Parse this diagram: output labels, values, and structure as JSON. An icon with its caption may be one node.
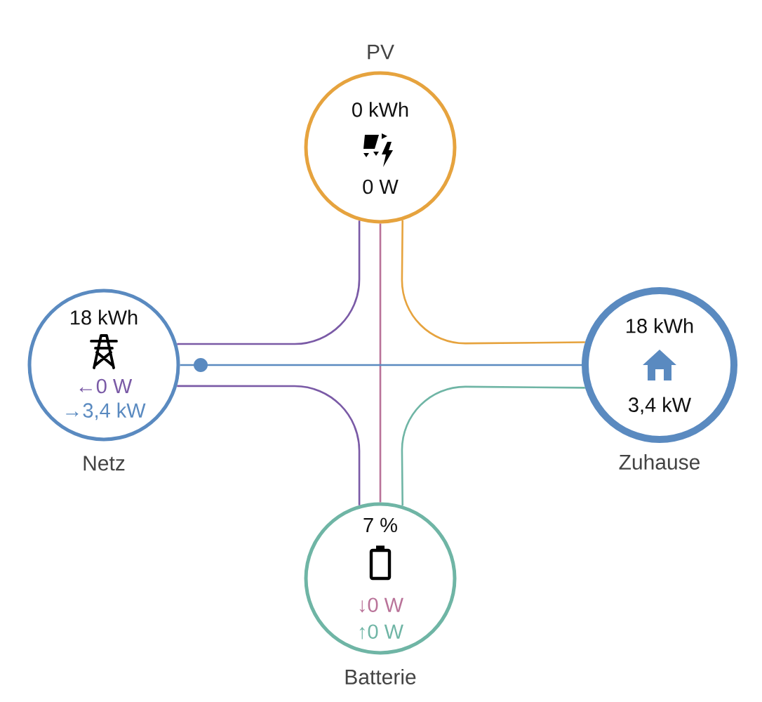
{
  "diagram": {
    "nodes": [
      {
        "text": [
          "PV",
          "0 kWh",
          "0 W"
        ]
      },
      {
        "text": [
          "18 kWh",
          "←0 W",
          "→3,4 kW",
          "Netz"
        ]
      },
      {
        "text": [
          "18 kWh",
          "3,4 kW",
          "Zuhause"
        ]
      },
      {
        "text": [
          "7 %",
          "↓0 W",
          "↑0 W",
          "Batterie"
        ]
      }
    ],
    "edges": [
      {
        "from": 0,
        "to": 1,
        "arrow": "none",
        "color": "#7a5aa6"
      },
      {
        "from": 0,
        "to": 3,
        "arrow": "none",
        "color": "#b97399"
      },
      {
        "from": 0,
        "to": 2,
        "arrow": "none",
        "color": "#e6a33e"
      },
      {
        "from": 1,
        "to": 2,
        "arrow": "none",
        "color": "#5a8ac0"
      },
      {
        "from": 1,
        "to": 3,
        "arrow": "none",
        "color": "#7a5aa6"
      },
      {
        "from": 3,
        "to": 2,
        "arrow": "none",
        "color": "#6fb5a5"
      }
    ]
  }
}
